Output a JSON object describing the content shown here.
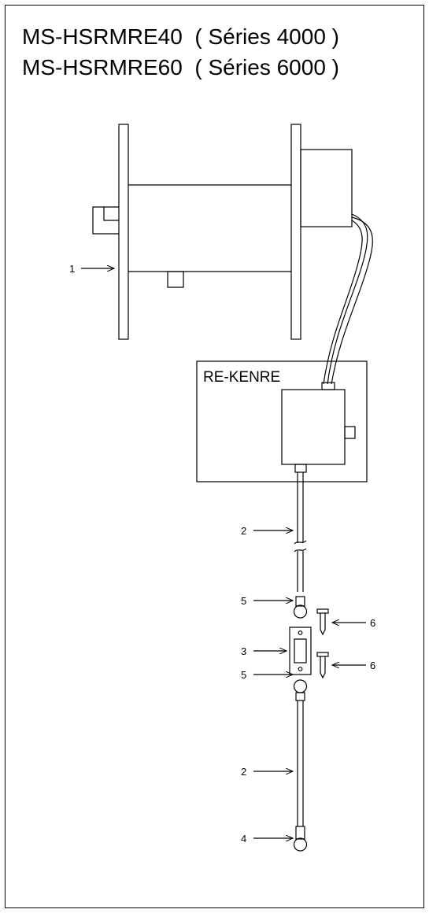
{
  "titles": {
    "line1": "MS-HSRMRE40  ( Séries 4000 )",
    "line2": "MS-HSRMRE60  ( Séries 6000 )"
  },
  "box_label": "RE-KENRE",
  "callouts": {
    "reel": "1",
    "cable_upper": "2",
    "cable_lower": "2",
    "connector": "3",
    "end_ball": "4",
    "ball_upper": "5",
    "ball_lower": "5",
    "screw_upper": "6",
    "screw_lower": "6"
  },
  "colors": {
    "line": "#000000",
    "background": "#ffffff"
  }
}
